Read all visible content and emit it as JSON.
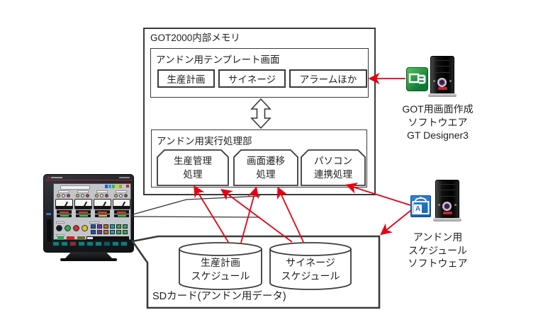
{
  "got_box": {
    "label": "GOT2000内部メモリ"
  },
  "template_section": {
    "label": "アンドン用テンプレート画面",
    "screens": [
      "生産計画",
      "サイネージ",
      "アラームほか"
    ]
  },
  "exec_section": {
    "label": "アンドン用実行処理部",
    "processes": [
      "生産管理\n処理",
      "画面遷移\n処理",
      "パソコン\n連携処理"
    ]
  },
  "sd_card": {
    "label": "SDカード(アンドン用データ)",
    "databases": [
      "生産計画\nスケジュール",
      "サイネージ\nスケジュール"
    ]
  },
  "software_tools": [
    {
      "name": "gt-designer3",
      "label": "GOT用画面作成\nソフトウエア\nGT Designer3"
    },
    {
      "name": "andon-schedule-software",
      "label": "アンドン用\nスケジュール\nソフトウェア",
      "icon_letter": "A"
    }
  ],
  "colors": {
    "arrow_red": "#e60012",
    "line_black": "#333333",
    "box_border": "#3a3a3a"
  },
  "device": {
    "stations": [
      {
        "lamp_colors": [
          "#e8b51e",
          "#ececec",
          "#d23333"
        ],
        "readout2": "#35e53c"
      },
      {
        "lamp_colors": [
          "#e8b51e",
          "#ececec",
          "#d23333"
        ],
        "readout2": "#35e53c"
      },
      {
        "lamp_colors": [
          "#e8b51e",
          "#ececec",
          "#d23333"
        ],
        "readout2": "#e5d23c"
      },
      {
        "lamp_colors": [
          "#e8b51e",
          "#ececec",
          "#d23333"
        ],
        "readout2": "#35e53c"
      }
    ],
    "palette_colors": [
      "#3355cc",
      "#33a0c8",
      "#3cb54a",
      "#ddc832",
      "#8faa33"
    ],
    "control_button_colors": [
      "#17181a",
      "#2fae44",
      "#d03030",
      "#e8c020"
    ],
    "grid_colors": [
      "#2a4fae",
      "#7633a8",
      "#bf6a22",
      "#2a9aa8",
      "#2fa84f",
      "#2fa84f"
    ],
    "low_buttons": [
      {
        "color": "#2fa84f",
        "w": 9
      },
      {
        "color": "#cc2222",
        "w": 11
      },
      {
        "color": "#6a6a30",
        "w": 11
      }
    ],
    "bottom_button_colors": [
      "#157a80",
      "#157a80",
      "#8c2f2f",
      "#157a80",
      "#157a80",
      "#157a80",
      "#0e5a60",
      "#157a80",
      "#157a80"
    ]
  }
}
